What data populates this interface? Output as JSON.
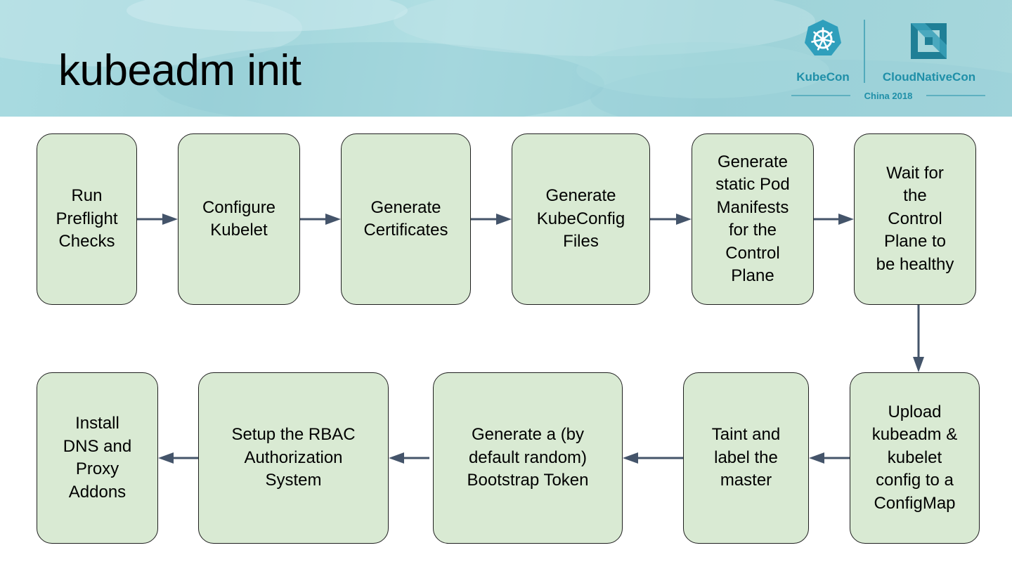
{
  "slide": {
    "title": "kubeadm init"
  },
  "logos": {
    "kubecon": "KubeCon",
    "cloudnativecon": "CloudNativeCon",
    "event": "China 2018",
    "kubecon_icon": "kubernetes-helm-wheel-icon",
    "cncf_icon": "cncf-icon"
  },
  "colors": {
    "box_fill": "#d9ead3",
    "box_border": "#1f1f1f",
    "arrow": "#44546a",
    "logo_teal": "#1f8fa8"
  },
  "steps": [
    {
      "id": "preflight",
      "label": "Run\nPreflight\nChecks"
    },
    {
      "id": "kubelet",
      "label": "Configure\nKubelet"
    },
    {
      "id": "certs",
      "label": "Generate\nCertificates"
    },
    {
      "id": "kubeconfig",
      "label": "Generate\nKubeConfig\nFiles"
    },
    {
      "id": "manifests",
      "label": "Generate\nstatic Pod\nManifests\nfor the\nControl\nPlane"
    },
    {
      "id": "wait",
      "label": "Wait for\nthe\nControl\nPlane to\nbe healthy"
    },
    {
      "id": "upload",
      "label": "Upload\nkubeadm &\nkubelet\nconfig to a\nConfigMap"
    },
    {
      "id": "taint",
      "label": "Taint and\nlabel the\nmaster"
    },
    {
      "id": "token",
      "label": "Generate a (by\ndefault random)\nBootstrap Token"
    },
    {
      "id": "rbac",
      "label": "Setup the RBAC\nAuthorization\nSystem"
    },
    {
      "id": "addons",
      "label": "Install\nDNS and\nProxy\nAddons"
    }
  ]
}
